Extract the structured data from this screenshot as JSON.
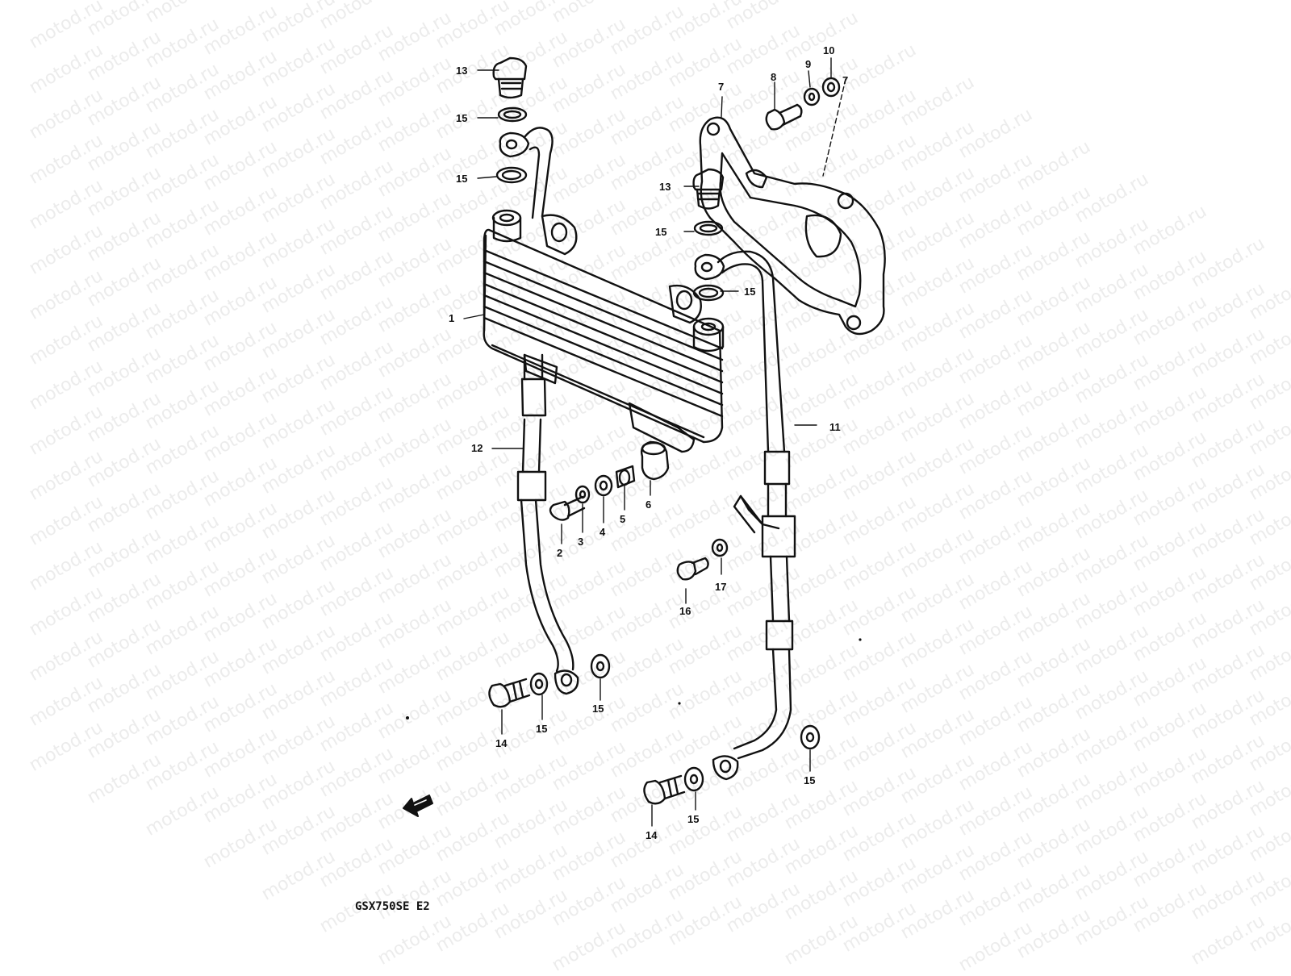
{
  "watermark": {
    "text": "motod.ru"
  },
  "diagram": {
    "model_caption": "GSX750SE E2",
    "callouts": [
      {
        "id": "c1",
        "text": "1"
      },
      {
        "id": "c2",
        "text": "2"
      },
      {
        "id": "c3",
        "text": "3"
      },
      {
        "id": "c4",
        "text": "4"
      },
      {
        "id": "c5",
        "text": "5"
      },
      {
        "id": "c6",
        "text": "6"
      },
      {
        "id": "c7a",
        "text": "7"
      },
      {
        "id": "c7b",
        "text": "7"
      },
      {
        "id": "c8",
        "text": "8"
      },
      {
        "id": "c9",
        "text": "9"
      },
      {
        "id": "c10",
        "text": "10"
      },
      {
        "id": "c11",
        "text": "11"
      },
      {
        "id": "c12",
        "text": "12"
      },
      {
        "id": "c13a",
        "text": "13"
      },
      {
        "id": "c13b",
        "text": "13"
      },
      {
        "id": "c14a",
        "text": "14"
      },
      {
        "id": "c14b",
        "text": "14"
      },
      {
        "id": "c15a",
        "text": "15"
      },
      {
        "id": "c15b",
        "text": "15"
      },
      {
        "id": "c15c",
        "text": "15"
      },
      {
        "id": "c15d",
        "text": "15"
      },
      {
        "id": "c15e",
        "text": "15"
      },
      {
        "id": "c15f",
        "text": "15"
      },
      {
        "id": "c15g",
        "text": "15"
      },
      {
        "id": "c15h",
        "text": "15"
      },
      {
        "id": "c16",
        "text": "16"
      },
      {
        "id": "c17",
        "text": "17"
      }
    ]
  }
}
